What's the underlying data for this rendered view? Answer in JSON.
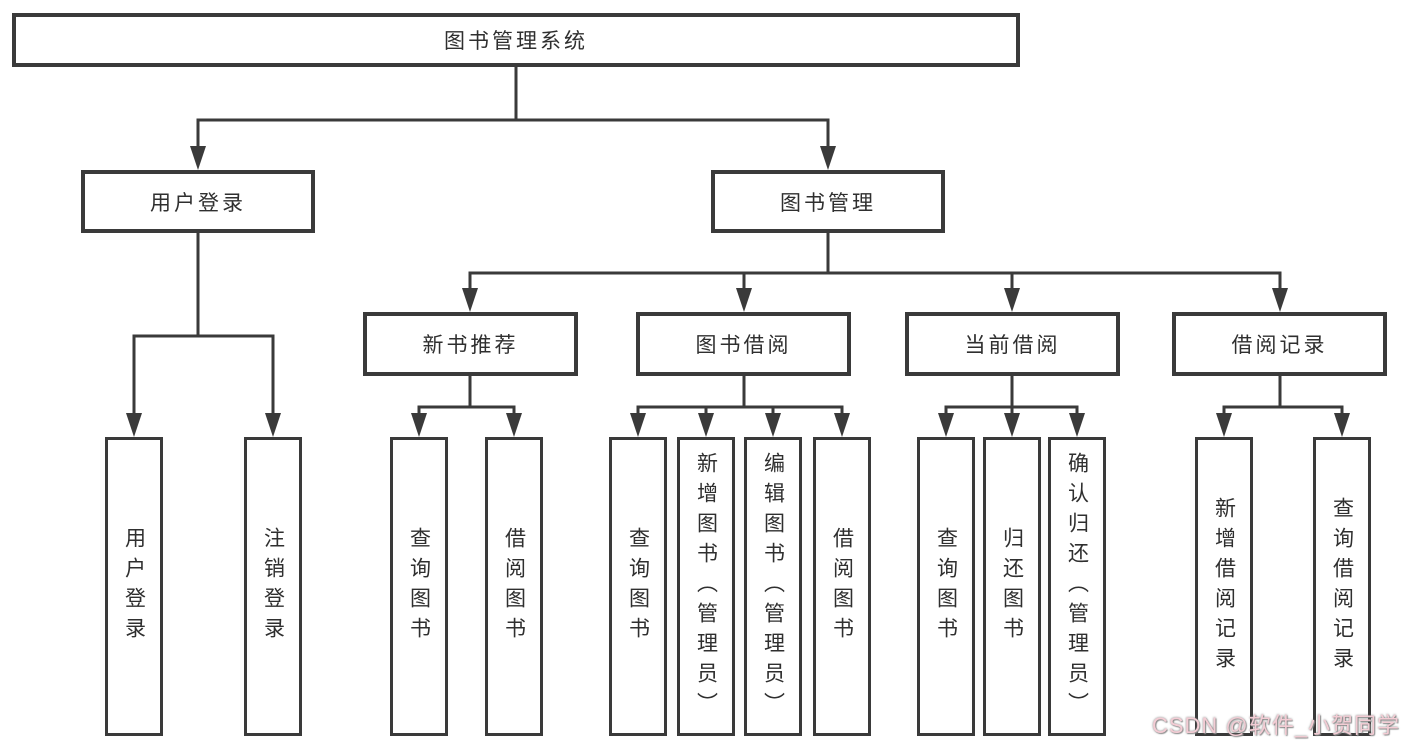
{
  "diagram": {
    "root_label": "图书管理系统",
    "level2": [
      {
        "label": "用户登录",
        "leaves": [
          "用户登录",
          "注销登录"
        ]
      },
      {
        "label": "图书管理",
        "groups": [
          {
            "label": "新书推荐",
            "leaves": [
              "查询图书",
              "借阅图书"
            ]
          },
          {
            "label": "图书借阅",
            "leaves": [
              "查询图书",
              "新增图书（管理员）",
              "编辑图书（管理员）",
              "借阅图书"
            ]
          },
          {
            "label": "当前借阅",
            "leaves": [
              "查询图书",
              "归还图书",
              "确认归还（管理员）"
            ]
          },
          {
            "label": "借阅记录",
            "leaves": [
              "新增借阅记录",
              "查询借阅记录"
            ]
          }
        ]
      }
    ]
  },
  "watermark": {
    "text": "CSDN @软件_小贺同学"
  },
  "colors": {
    "background": "#ffffff",
    "line": "#3a3a3a",
    "box_border": "#3a3a3a",
    "box_fill": "#ffffff",
    "text": "#2f2f2f",
    "watermark": "#f3ccd4"
  }
}
